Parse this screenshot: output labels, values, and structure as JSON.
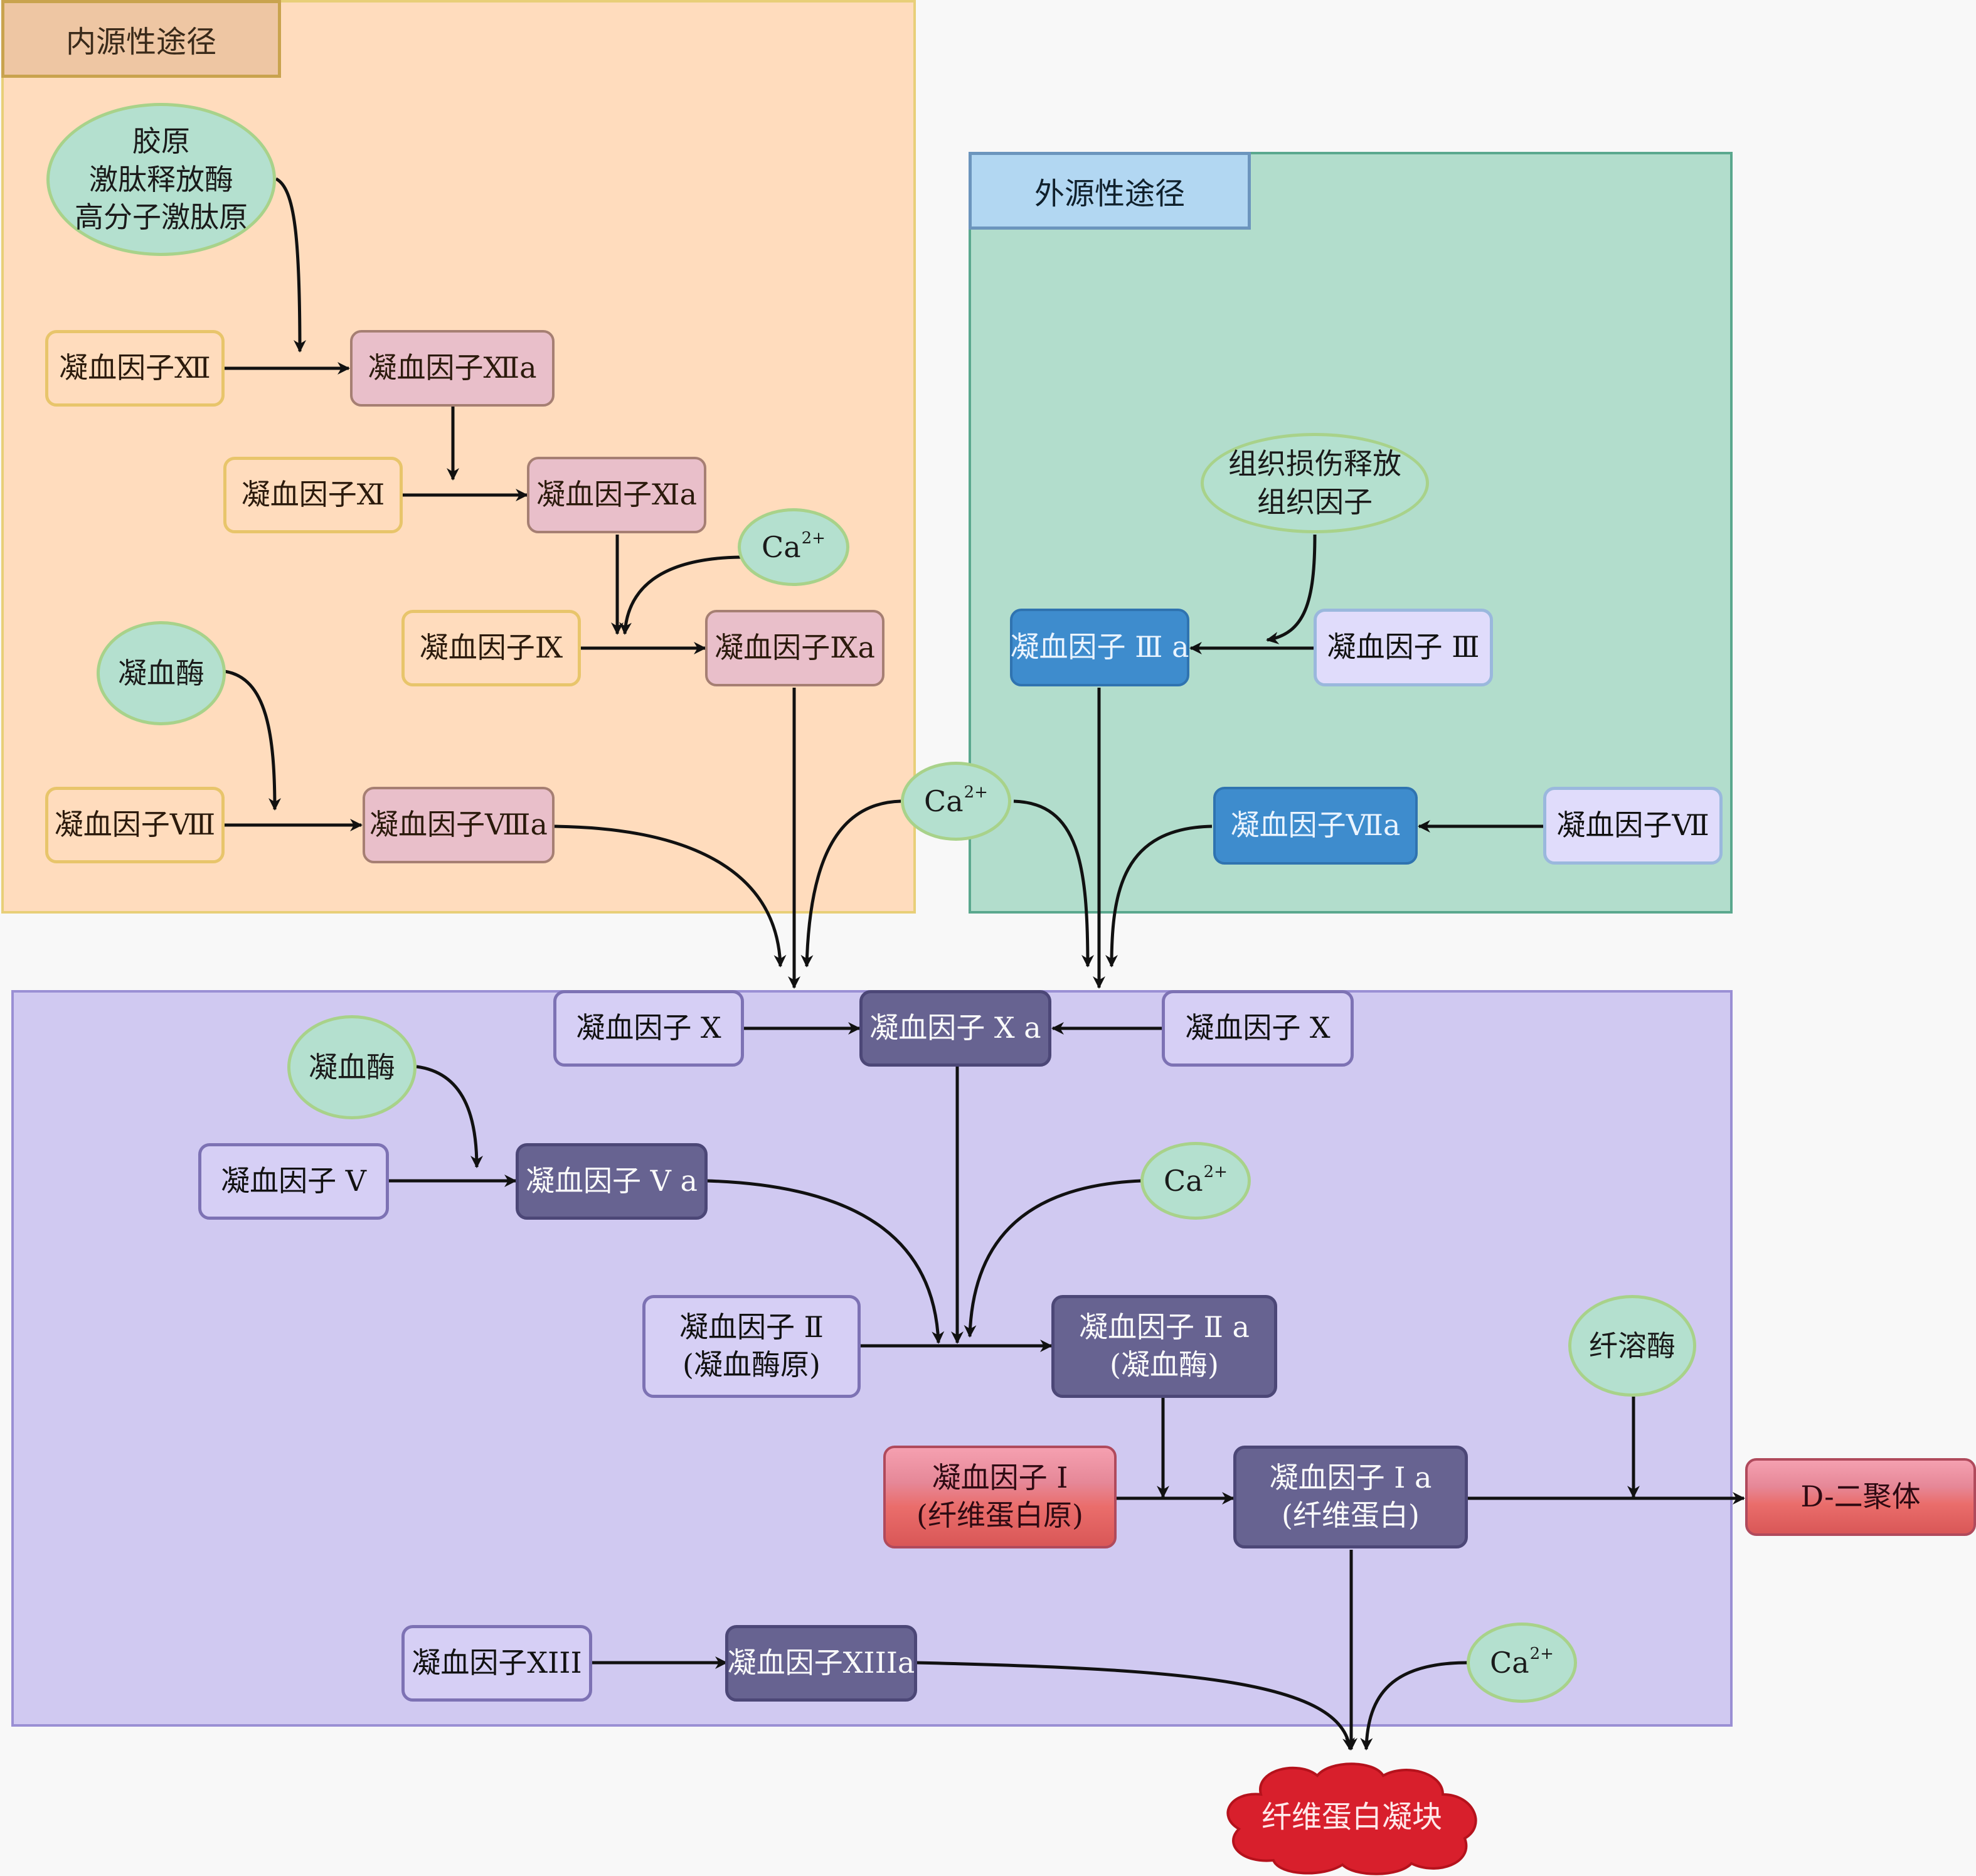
{
  "regions": {
    "intrinsic": {
      "title": "内源性途径",
      "color": "#ffdcbd"
    },
    "extrinsic": {
      "title": "外源性途径",
      "color": "#b2ddcc"
    },
    "common": {
      "color": "#d0c9f1"
    }
  },
  "intrinsic": {
    "activators": [
      "胶原",
      "激肽释放酶",
      "高分子激肽原"
    ],
    "f12": "凝血因子Ⅻ",
    "f12a": "凝血因子Ⅻa",
    "f11": "凝血因子Ⅺ",
    "f11a": "凝血因子Ⅺa",
    "ca": "Ca",
    "ca_sup": "2+",
    "f9": "凝血因子Ⅸ",
    "f9a": "凝血因子Ⅸa",
    "thrombin": "凝血酶",
    "f8": "凝血因子Ⅷ",
    "f8a": "凝血因子Ⅷa"
  },
  "junction_ca": {
    "label": "Ca",
    "sup": "2+"
  },
  "extrinsic": {
    "tissue_release": [
      "组织损伤释放",
      "组织因子"
    ],
    "f3a": "凝血因子 Ⅲ a",
    "f3": "凝血因子 Ⅲ",
    "f7a": "凝血因子Ⅶa",
    "f7": "凝血因子Ⅶ"
  },
  "common": {
    "f10_left": "凝血因子 X",
    "f10a": "凝血因子 X a",
    "f10_right": "凝血因子 X",
    "thrombin": "凝血酶",
    "f5": "凝血因子 V",
    "f5a": "凝血因子 V a",
    "ca1": {
      "label": "Ca",
      "sup": "2+"
    },
    "f2": [
      "凝血因子 Ⅱ",
      "(凝血酶原)"
    ],
    "f2a": [
      "凝血因子 Ⅱ a",
      "(凝血酶)"
    ],
    "plasmin": "纤溶酶",
    "f1": [
      "凝血因子 Ⅰ",
      "(纤维蛋白原)"
    ],
    "f1a": [
      "凝血因子 Ⅰ a",
      "(纤维蛋白)"
    ],
    "d_dimer": "D-二聚体",
    "f13": "凝血因子XIII",
    "f13a": "凝血因子XIIIa",
    "ca2": {
      "label": "Ca",
      "sup": "2+"
    },
    "clot": "纤维蛋白凝块"
  }
}
